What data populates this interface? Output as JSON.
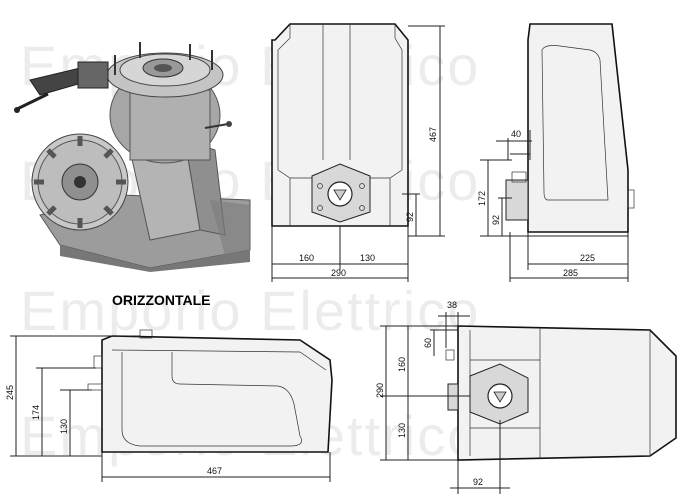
{
  "watermark": "Emporio Elettrico",
  "section_title": "ORIZZONTALE",
  "views": {
    "front": {
      "overall_height": "467",
      "base_height": "92",
      "width_left": "160",
      "width_right": "130",
      "total_width": "290"
    },
    "side": {
      "offset": "40",
      "box_height": "172",
      "base_height": "92",
      "depth_inner": "225",
      "depth_total": "285"
    },
    "horizontal_side": {
      "height_total": "245",
      "height_mid": "174",
      "height_low": "130",
      "length": "467"
    },
    "horizontal_top": {
      "offset_x": "38",
      "offset_y": "60",
      "width_total": "290",
      "width_upper": "160",
      "width_lower": "130",
      "base": "92"
    }
  },
  "colors": {
    "line": "#222222",
    "body": "#f2f2f2",
    "photo_metal": "#a9a9a9"
  }
}
